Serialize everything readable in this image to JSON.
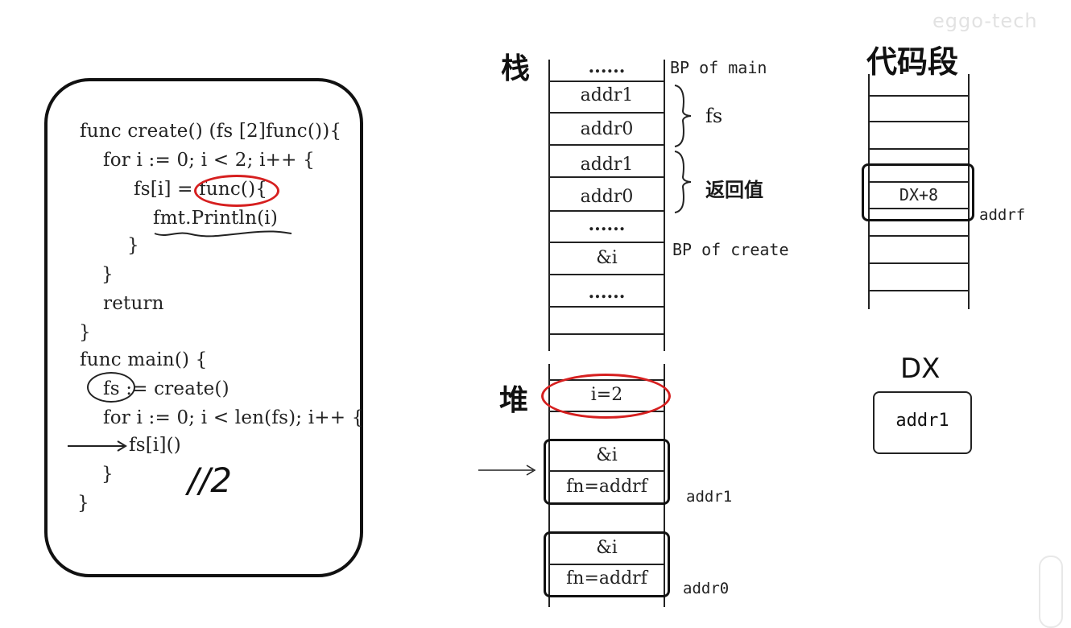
{
  "watermark": "eggo-tech",
  "code": {
    "lines": [
      "func create() (fs [2]func()){",
      "for i := 0; i < 2; i++ {",
      "fs[i] = func(){",
      "fmt.Println(i)",
      "}",
      "}",
      "return",
      "}",
      "func main() {",
      "fs := create()",
      "for i := 0; i < len(fs); i++ {",
      "fs[i]()",
      "}",
      "}"
    ],
    "annotation": "//2"
  },
  "stack": {
    "title": "栈",
    "cells": [
      "......",
      "addr1",
      "addr0",
      "addr1",
      "addr0",
      "......",
      "&i",
      "......",
      "",
      ""
    ],
    "labels": {
      "bp_main": "BP of main",
      "fs": "fs",
      "ret": "返回值",
      "bp_create": "BP of create"
    }
  },
  "heap": {
    "title": "堆",
    "top_cell": "i=2",
    "blocks": [
      {
        "field1": "&i",
        "field2": "fn=addrf",
        "addr": "addr1"
      },
      {
        "field1": "&i",
        "field2": "fn=addrf",
        "addr": "addr0"
      }
    ]
  },
  "code_segment": {
    "title": "代码段",
    "highlight_cell": "DX+8",
    "addr_label": "addrf"
  },
  "register": {
    "title": "DX",
    "value": "addr1"
  },
  "colors": {
    "ink": "#111111",
    "highlight": "#d61f1f"
  }
}
